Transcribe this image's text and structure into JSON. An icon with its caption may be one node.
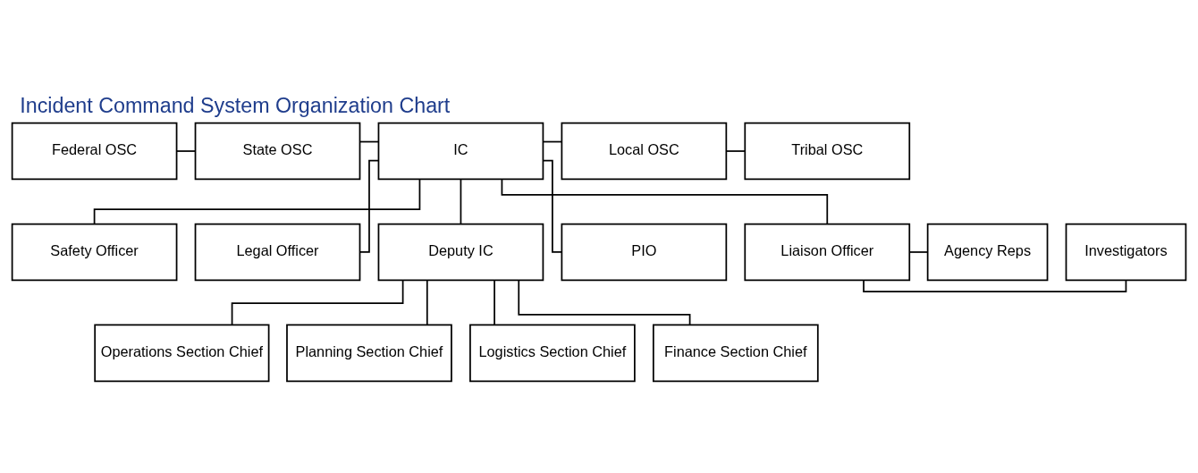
{
  "diagram": {
    "title": "Incident Command System Organization Chart",
    "nodes": [
      {
        "text": [
          "Federal OSC"
        ]
      },
      {
        "text": [
          "State OSC"
        ]
      },
      {
        "text": [
          "IC"
        ]
      },
      {
        "text": [
          "Local OSC"
        ]
      },
      {
        "text": [
          "Tribal OSC"
        ]
      },
      {
        "text": [
          "Safety Officer"
        ]
      },
      {
        "text": [
          "Legal Officer"
        ]
      },
      {
        "text": [
          "Deputy IC"
        ]
      },
      {
        "text": [
          "PIO"
        ]
      },
      {
        "text": [
          "Liaison Officer"
        ]
      },
      {
        "text": [
          "Investigators"
        ]
      },
      {
        "text": [
          "Agency Reps"
        ]
      },
      {
        "text": [
          "Operations Section Chief"
        ]
      },
      {
        "text": [
          "Planning Section Chief"
        ]
      },
      {
        "text": [
          "Logistics Section Chief"
        ]
      },
      {
        "text": [
          "Finance Section Chief"
        ]
      }
    ],
    "edges": [
      {
        "from": 0,
        "to": 1,
        "arrow": "none"
      },
      {
        "from": 1,
        "to": 2,
        "arrow": "none"
      },
      {
        "from": 2,
        "to": 3,
        "arrow": "none"
      },
      {
        "from": 3,
        "to": 4,
        "arrow": "none"
      },
      {
        "from": 2,
        "to": 5,
        "arrow": "none"
      },
      {
        "from": 2,
        "to": 6,
        "arrow": "none"
      },
      {
        "from": 2,
        "to": 7,
        "arrow": "none"
      },
      {
        "from": 2,
        "to": 8,
        "arrow": "none"
      },
      {
        "from": 2,
        "to": 9,
        "arrow": "none"
      },
      {
        "from": 9,
        "to": 10,
        "arrow": "none"
      },
      {
        "from": 9,
        "to": 11,
        "arrow": "none"
      },
      {
        "from": 7,
        "to": 12,
        "arrow": "none"
      },
      {
        "from": 7,
        "to": 13,
        "arrow": "none"
      },
      {
        "from": 7,
        "to": 14,
        "arrow": "none"
      },
      {
        "from": 7,
        "to": 15,
        "arrow": "none"
      }
    ]
  }
}
